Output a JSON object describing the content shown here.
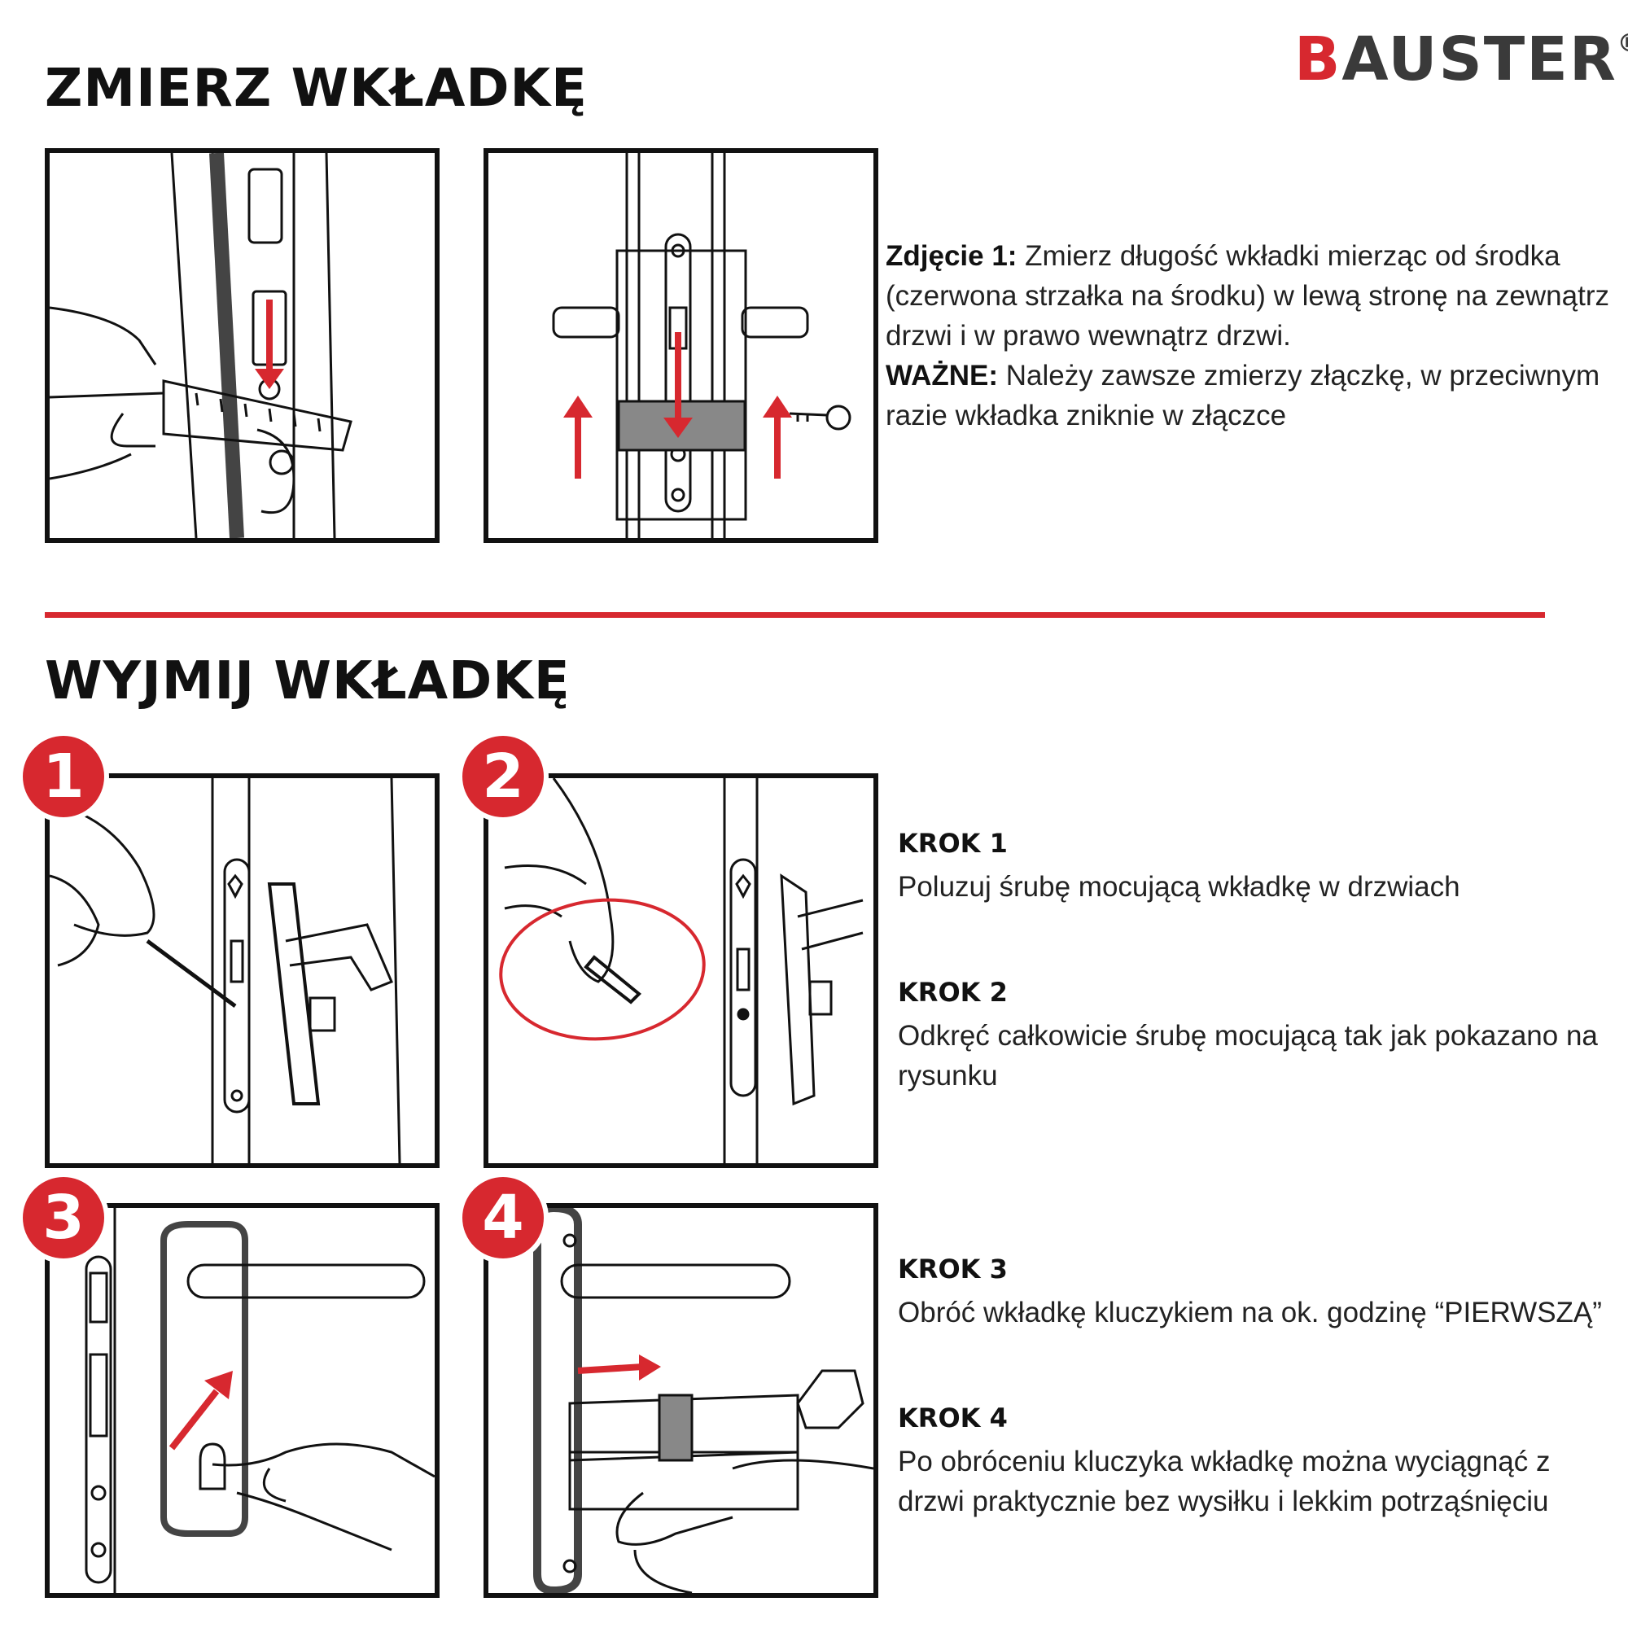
{
  "brand": {
    "logo_text": "AUSTER",
    "logo_first_letter": "B",
    "registered_mark": "®"
  },
  "section_measure": {
    "title": "ZMIERZ WKŁADKĘ",
    "photo_label": "Zdjęcie 1:",
    "photo_text": " Zmierz długość wkładki mierząc od środka (czerwona strzałka na środku) w lewą stronę na zewnątrz drzwi i w prawo wewnątrz drzwi.",
    "important_label": "WAŻNE:",
    "important_text": " Należy zawsze zmierzy złączkę, w przeciwnym razie wkładka zniknie w złączce"
  },
  "section_remove": {
    "title": "WYJMIJ WKŁADKĘ",
    "steps": [
      {
        "badge": "1",
        "title": "KROK 1",
        "text": "Poluzuj śrubę mocującą wkładkę w drzwiach"
      },
      {
        "badge": "2",
        "title": "KROK 2",
        "text": "Odkręć całkowicie śrubę mocującą tak jak pokazano na rysunku"
      },
      {
        "badge": "3",
        "title": "KROK 3",
        "text": "Obróć wkładkę kluczykiem na ok. godzinę “PIERWSZĄ”"
      },
      {
        "badge": "4",
        "title": "KROK 4",
        "text": "Po obróceniu kluczyka wkładkę można wyciągnąć z drzwi praktycznie bez wysiłku i lekkim potrząśnięciu"
      }
    ]
  },
  "colors": {
    "accent": "#d7282f",
    "text": "#1a1a1a",
    "logo_gray": "#3a3a3a"
  }
}
